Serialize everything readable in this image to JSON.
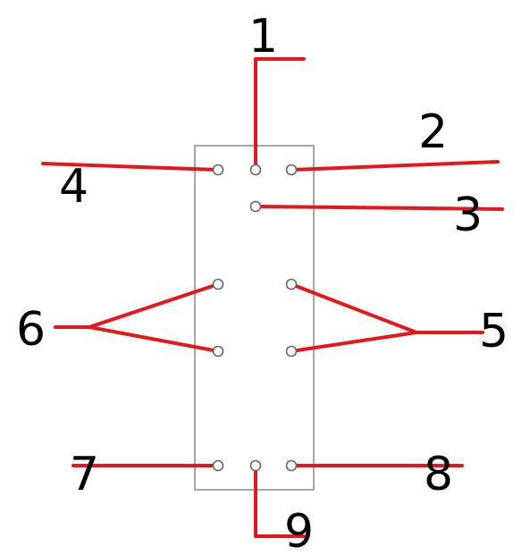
{
  "diagram": {
    "wire_color": "#e8161a",
    "labels": {
      "l1": "1",
      "l2": "2",
      "l3": "3",
      "l4": "4",
      "l5": "5",
      "l6": "6",
      "l7": "7",
      "l8": "8",
      "l9": "9"
    }
  }
}
